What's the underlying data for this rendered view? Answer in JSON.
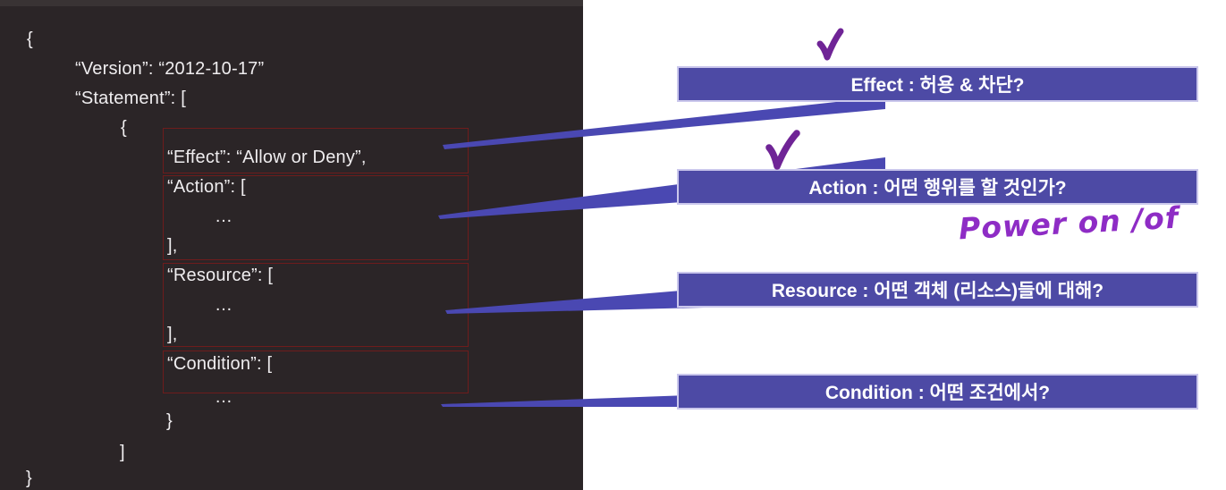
{
  "colors": {
    "panel_bg": "#2b2527",
    "code_text": "#efedef",
    "box_red": "#6e1c1c",
    "banner_fill": "#4d4aa5",
    "banner_border": "#cac7ec",
    "banner_text": "#ffffff",
    "beam": "#4a48b2",
    "check": "#6f2496",
    "handwriting": "#8e2cc5"
  },
  "code_panel": {
    "lines": [
      {
        "t": "{"
      },
      {
        "t": "“Version”: “2012-10-17”"
      },
      {
        "t": "“Statement”: ["
      },
      {
        "t": "{"
      },
      {
        "t": "“Effect”: “Allow or Deny”,"
      },
      {
        "t": "“Action”: ["
      },
      {
        "t": "…"
      },
      {
        "t": "],"
      },
      {
        "t": "“Resource”: ["
      },
      {
        "t": "…"
      },
      {
        "t": "],"
      },
      {
        "t": "“Condition”: ["
      },
      {
        "t": "…"
      },
      {
        "t": "}"
      },
      {
        "t": "]"
      },
      {
        "t": "}"
      }
    ]
  },
  "callouts": [
    {
      "key": "effect",
      "label": "Effect : 허용 & 차단?",
      "checked": true
    },
    {
      "key": "action",
      "label": "Action : 어떤 행위를 할 것인가?",
      "checked": true
    },
    {
      "key": "resource",
      "label": "Resource : 어떤 객체 (리소스)들에 대해?",
      "checked": false
    },
    {
      "key": "condition",
      "label": "Condition : 어떤 조건에서?",
      "checked": false
    }
  ],
  "annotations": {
    "handwriting": "Power on /of",
    "checkmark_icon": "✓"
  }
}
